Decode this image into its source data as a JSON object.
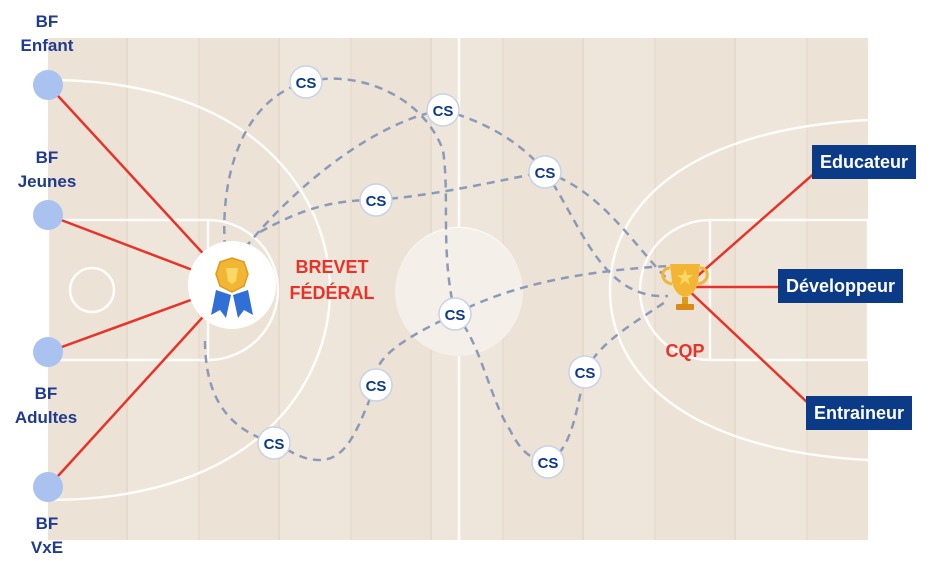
{
  "left_labels": [
    {
      "line1": "BF",
      "line2": "Enfant"
    },
    {
      "line1": "BF",
      "line2": "Jeunes"
    },
    {
      "line1": "BF",
      "line2": "Adultes"
    },
    {
      "line1": "BF",
      "line2": "VxE"
    }
  ],
  "brevet": {
    "line1": "BREVET",
    "line2": "FÉDÉRAL"
  },
  "cqp": {
    "label": "CQP"
  },
  "cs_label": "CS",
  "jobs": [
    {
      "label": "Educateur"
    },
    {
      "label": "Développeur"
    },
    {
      "label": "Entraineur"
    }
  ],
  "colors": {
    "navy": "#0b3a86",
    "label_navy": "#1f3a8f",
    "red": "#e8332a",
    "bf_circle": "#a9c2f0",
    "dashed_path": "#8a9bb8",
    "court_line": "#ffffff"
  },
  "icons": {
    "brevet": "medal-ribbon-icon",
    "cqp": "trophy-icon"
  }
}
